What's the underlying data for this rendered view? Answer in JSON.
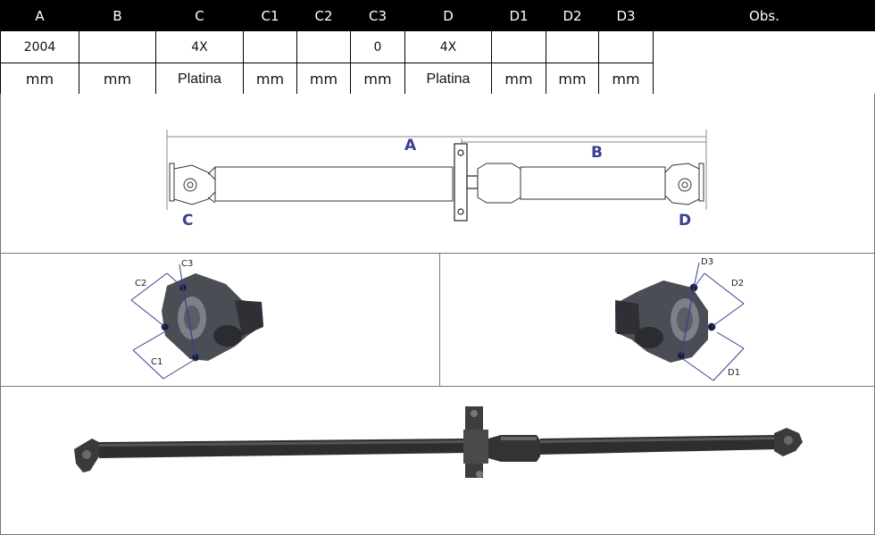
{
  "table": {
    "headers": [
      "A",
      "B",
      "C",
      "C1",
      "C2",
      "C3",
      "D",
      "D1",
      "D2",
      "D3",
      "Obs."
    ],
    "values": [
      "2004",
      "",
      "4X",
      "",
      "",
      "0",
      "4X",
      "",
      "",
      "",
      ""
    ],
    "units": [
      "mm",
      "mm",
      "Platina",
      "mm",
      "mm",
      "mm",
      "Platina",
      "mm",
      "mm",
      "mm"
    ]
  },
  "diagram": {
    "label_a": "A",
    "label_b": "B",
    "label_c": "C",
    "label_d": "D"
  },
  "left_joint": {
    "label_c1": "C1",
    "label_c2": "C2",
    "label_c3": "C3"
  },
  "right_joint": {
    "label_d1": "D1",
    "label_d2": "D2",
    "label_d3": "D3"
  },
  "colors": {
    "header_bg": "#000000",
    "dimension_blue": "#3b3f8f"
  }
}
